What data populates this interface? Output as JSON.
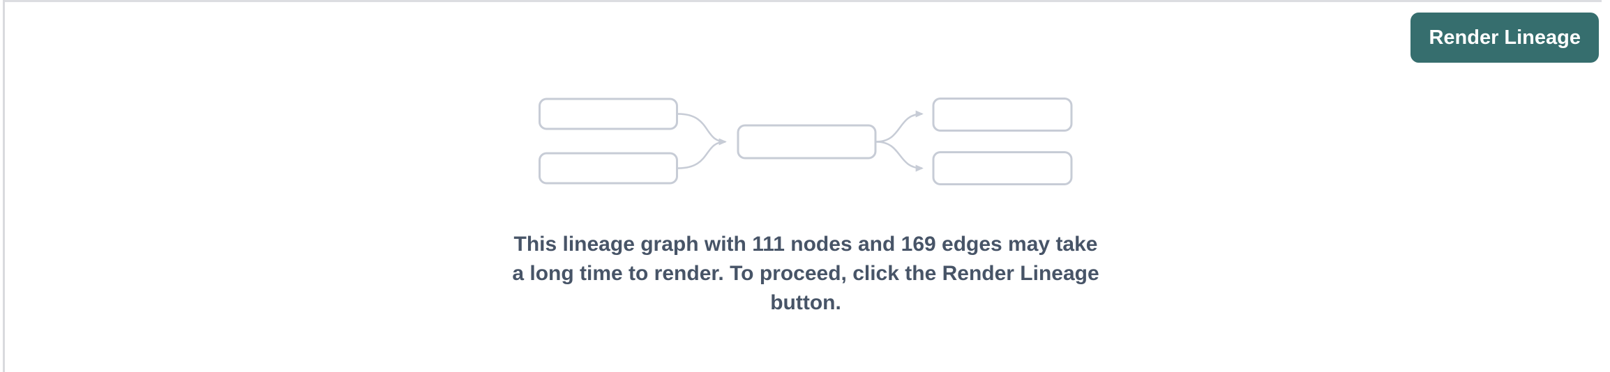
{
  "panel": {
    "toolbar": {
      "render_button_label": "Render Lineage"
    },
    "placeholder": {
      "message_lines": [
        "This lineage graph with 111 nodes and 169 edges may take",
        "a long time to render. To proceed, click the Render Lineage",
        "button."
      ],
      "message_full": "This lineage graph with 111 nodes and 169 edges may take a long time to render. To proceed, click the Render Lineage button.",
      "node_count": "111",
      "edge_count": "169"
    },
    "colors": {
      "button_bg": "#366e6e",
      "button_text": "#ffffff",
      "message_text": "#475467",
      "graph_stroke": "#c7ccd6",
      "top_border": "#dcdde1",
      "left_border": "#d9dade"
    },
    "icons": {
      "graph_placeholder": "lineage-graph-icon"
    }
  }
}
